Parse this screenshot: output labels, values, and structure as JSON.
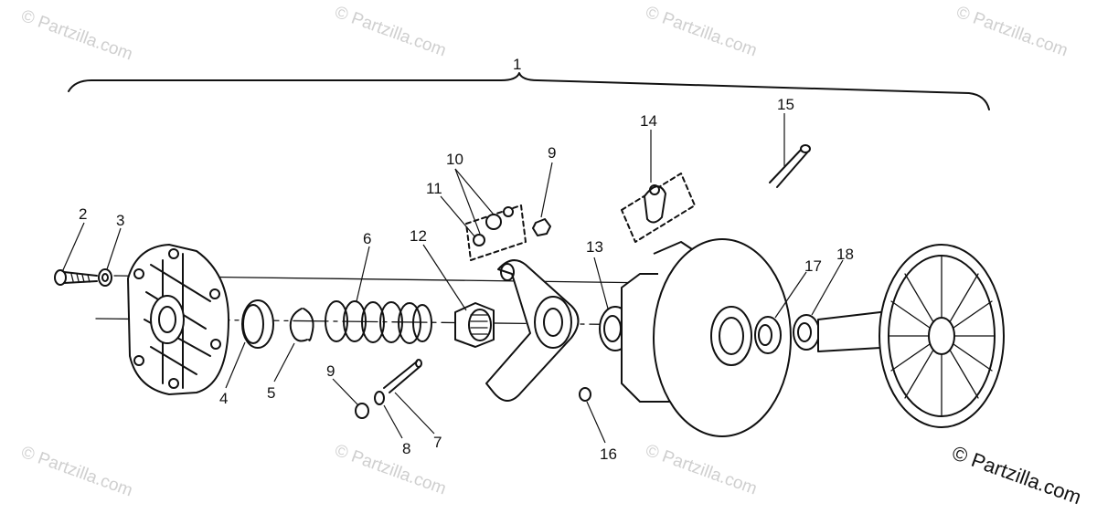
{
  "watermark": "© Partzilla.com",
  "copyright": "© Partzilla.com",
  "callouts": [
    "1",
    "2",
    "3",
    "4",
    "5",
    "6",
    "7",
    "8",
    "9",
    "9",
    "10",
    "11",
    "12",
    "13",
    "14",
    "15",
    "16",
    "17",
    "18"
  ]
}
